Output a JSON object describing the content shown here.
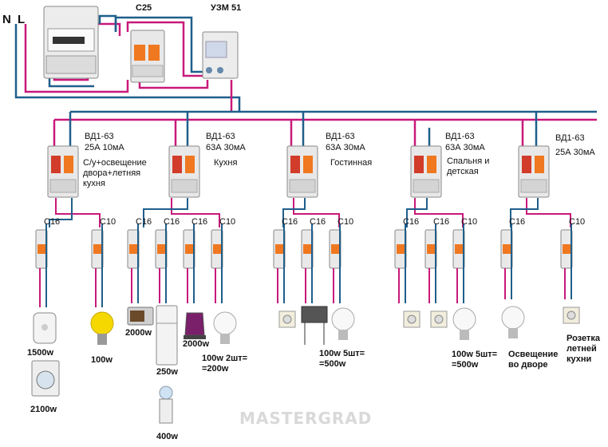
{
  "supply": {
    "neutral": "N",
    "line": "L"
  },
  "main_devices": {
    "breaker": "C25",
    "relay": "УЗМ 51"
  },
  "colors": {
    "phase": "#c8197a",
    "neutral": "#1f5f8b",
    "device": "#e8e8e8",
    "handle": "#f07820"
  },
  "groups": [
    {
      "rcd": "ВД1-63",
      "rating": "25А 10мА",
      "desc": [
        "С/у+освещение",
        "двора+летняя",
        "кухня"
      ]
    },
    {
      "rcd": "ВД1-63",
      "rating": "63А 30мА",
      "desc": [
        "Кухня"
      ]
    },
    {
      "rcd": "ВД1-63",
      "rating": "63А 30мА",
      "desc": [
        "Гостинная"
      ]
    },
    {
      "rcd": "ВД1-63",
      "rating": "63А 30мА",
      "desc": [
        "Спальня и",
        "детская"
      ]
    },
    {
      "rcd": "ВД1-63",
      "rating": "25А 30мА",
      "desc": []
    }
  ],
  "breakers": [
    "С16",
    "С10",
    "С16",
    "С16",
    "С16",
    "С10",
    "С16",
    "С16",
    "С10",
    "С16",
    "С16",
    "С10",
    "С16",
    "С10"
  ],
  "loads": {
    "boiler": "1500w",
    "washer": "2100w",
    "lamp": "100w",
    "microwave": "2000w",
    "fridge": "250w",
    "kettle": "2000w",
    "cooler": "400w",
    "kitchen_lamps": [
      "100w 2шт=",
      "=200w"
    ],
    "living_lamps": [
      "100w 5шт=",
      "=500w"
    ],
    "bedroom_lamps": [
      "100w 5шт=",
      "=500w"
    ],
    "yard_light": [
      "Освещение",
      "во дворе"
    ],
    "summer_socket": [
      "Розетка",
      "летней",
      "кухни"
    ]
  },
  "watermark": "MASTERGRAD"
}
